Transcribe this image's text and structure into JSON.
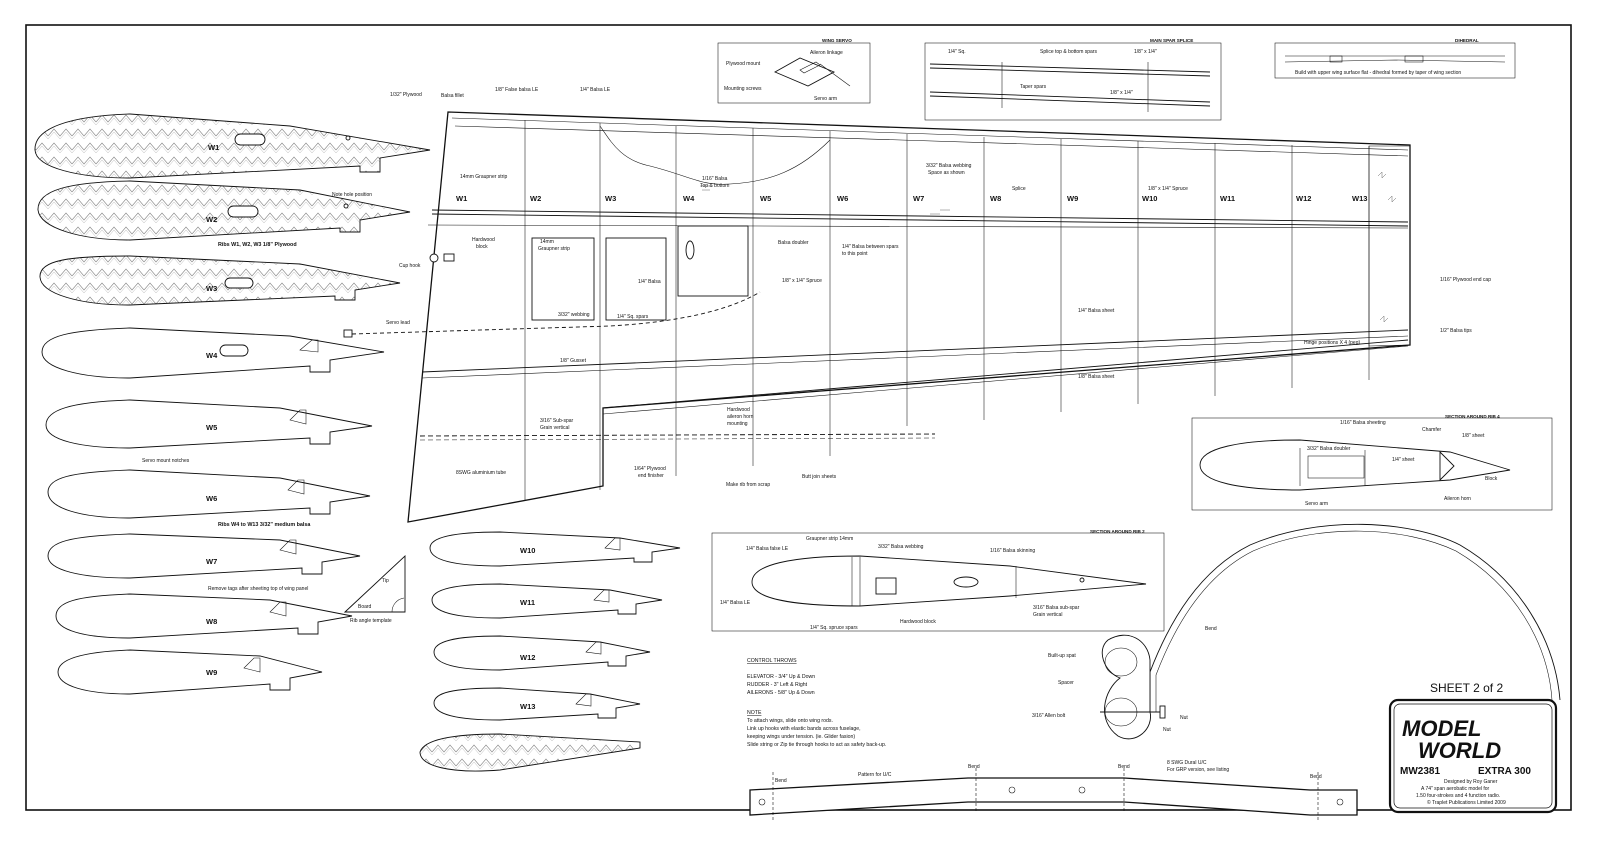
{
  "sheet": "SHEET 2 of 2",
  "title_block": {
    "logo_line1": "MODEL",
    "logo_line2": "WORLD",
    "plan_no": "MW2381",
    "plan_name": "EXTRA 300",
    "designer": "Designed by Roy Ganer",
    "desc1": "A 74\" span aerobatic model for",
    "desc2": "1.50 four-strokes and 4 function radio.",
    "copyright": "© Traplet Publications Limited 2009"
  },
  "ribs_left": [
    {
      "id": "W1",
      "label": "W1"
    },
    {
      "id": "W2",
      "label": "W2"
    },
    {
      "id": "W3",
      "label": "W3"
    },
    {
      "id": "W4",
      "label": "W4"
    },
    {
      "id": "W5",
      "label": "W5"
    },
    {
      "id": "W6",
      "label": "W6"
    },
    {
      "id": "W7",
      "label": "W7"
    },
    {
      "id": "W8",
      "label": "W8"
    },
    {
      "id": "W9",
      "label": "W9"
    }
  ],
  "ribs_mid": [
    {
      "id": "W10",
      "label": "W10"
    },
    {
      "id": "W11",
      "label": "W11"
    },
    {
      "id": "W12",
      "label": "W12"
    },
    {
      "id": "W13",
      "label": "W13"
    }
  ],
  "wing_ribs": [
    "W1",
    "W2",
    "W3",
    "W4",
    "W5",
    "W6",
    "W7",
    "W8",
    "W9",
    "W10",
    "W11",
    "W12",
    "W13"
  ],
  "rib_notes": {
    "w123": "Ribs W1, W2, W3 1/8\" Plywood",
    "w4_13": "Ribs W4 to W13 3/32\" medium balsa",
    "note_hole": "Note hole position",
    "servo_notches": "Servo mount notches",
    "remove_tags": "Remove tags after sheeting top of wing panel"
  },
  "rib_template": {
    "tip": "Tip",
    "board": "Board",
    "caption": "Rib angle template"
  },
  "wing_labels": {
    "ply_132": "1/32\" Plywood",
    "balsa_fillet": "Balsa fillet",
    "false_le": "1/8\" False balsa LE",
    "balsa_le": "1/4\" Balsa LE",
    "graupner": "14mm Graupner strip",
    "balsa_116": "1/16\" Balsa",
    "top_bottom": "Top & bottom",
    "webbing": "3/32\" Balsa webbing",
    "space_shown": "Space as shown",
    "splice": "Splice",
    "spruce": "1/8\" x 1/4\" Spruce",
    "hardwood_block": "Hardwood",
    "hardwood_block2": "block",
    "cup_hook": "Cup hook",
    "inset_graupner1": "14mm",
    "inset_graupner2": "Graupner strip",
    "inset_webbing": "3/32\" webbing",
    "inset_balsa": "1/4\" Balsa",
    "inset_sq_spars": "1/4\" Sq. spars",
    "balsa_doubler": "Balsa doubler",
    "between_spars1": "1/4\" Balsa between spars",
    "between_spars2": "to this point",
    "spruce2": "1/8\" x 1/4\" Spruce",
    "servo_lead": "Servo lead",
    "balsa_sheet_top": "1/4\" Balsa sheet",
    "balsa_sheet_bot": "1/8\" Balsa sheet",
    "hinge": "Hinge positions X 4 (peg)",
    "end_cap": "1/16\" Plywood end cap",
    "tips": "1/2\" Balsa tips",
    "gusset": "1/8\" Gusset",
    "subspar1": "3/16\" Sub-spar",
    "subspar2": "Grain vertical",
    "horn1": "Hardwood",
    "horn2": "aileron horn",
    "horn3": "mounting",
    "alu_tube": "8SWG aluminium tube",
    "ply_164_1": "1/64\" Plywood",
    "ply_164_2": "end finisher",
    "make_rib": "Make rib from scrap",
    "butt_join": "Butt join sheets"
  },
  "wing_servo": {
    "title": "WING SERVO",
    "aileron_linkage": "Aileron linkage",
    "ply_mount": "Plywood mount",
    "mounting_screws": "Mounting screws",
    "servo_arm": "Servo arm"
  },
  "spar_splice": {
    "title": "MAIN SPAR SPLICE",
    "sq": "1/4\" Sq.",
    "splice_top": "Splice top & bottom spars",
    "s1": "1/8\" x 1/4\"",
    "taper": "Taper spars",
    "s2": "1/8\" x 1/4\""
  },
  "dihedral": {
    "title": "DIHEDRAL",
    "text": "Build with upper wing surface flat - dihedral formed by taper of wing section"
  },
  "section_rib4": {
    "title": "SECTION AROUND RIB 4",
    "sheeting": "1/16\" Balsa sheeting",
    "chamfer": "Chamfer",
    "sheet18": "1/8\" sheet",
    "doubler": "3/32\" Balsa doubler",
    "sheet14": "1/4\" sheet",
    "block": "Block",
    "servo_arm": "Servo arm",
    "aileron_horn": "Aileron horn"
  },
  "section_rib2": {
    "title": "SECTION AROUND RIB 2",
    "false_le": "1/4\" Balsa false LE",
    "graupner": "Graupner strip 14mm",
    "webbing": "3/32\" Balsa webbing",
    "skinning": "1/16\" Balsa skinning",
    "le": "1/4\" Balsa LE",
    "hardwood": "Hardwood block",
    "spars": "1/4\" Sq. spruce spars",
    "subspar1": "3/16\" Balsa sub-spar",
    "subspar2": "Grain vertical"
  },
  "control_throws": {
    "heading": "CONTROL THROWS",
    "elevator": "ELEVATOR - 3/4\" Up & Down",
    "rudder": "RUDDER - 3\" Left & Right",
    "ailerons": "AILERONS - 5/8\" Up & Down",
    "note": "NOTE",
    "n1": "To attach wings, slide onto wing rods.",
    "n2": "Link up hooks with elastic bands across fuselage,",
    "n3": "keeping wings under tension. (ie. Glider fasion)",
    "n4": "Slide string or Zip tie through hooks to act as safety back-up."
  },
  "undercarriage": {
    "built_up": "Built-up spat",
    "spacer": "Spacer",
    "allen": "3/16\" Allen bolt",
    "nut1": "Nut",
    "nut2": "Nut",
    "bend_top": "Bend",
    "pattern": "Pattern for U/C",
    "bend1": "Bend",
    "bend2": "Bend",
    "bend3": "Bend",
    "bend4": "Bend",
    "dural1": "8 SWG Dural U/C",
    "dural2": "For GRP version, see listing"
  }
}
